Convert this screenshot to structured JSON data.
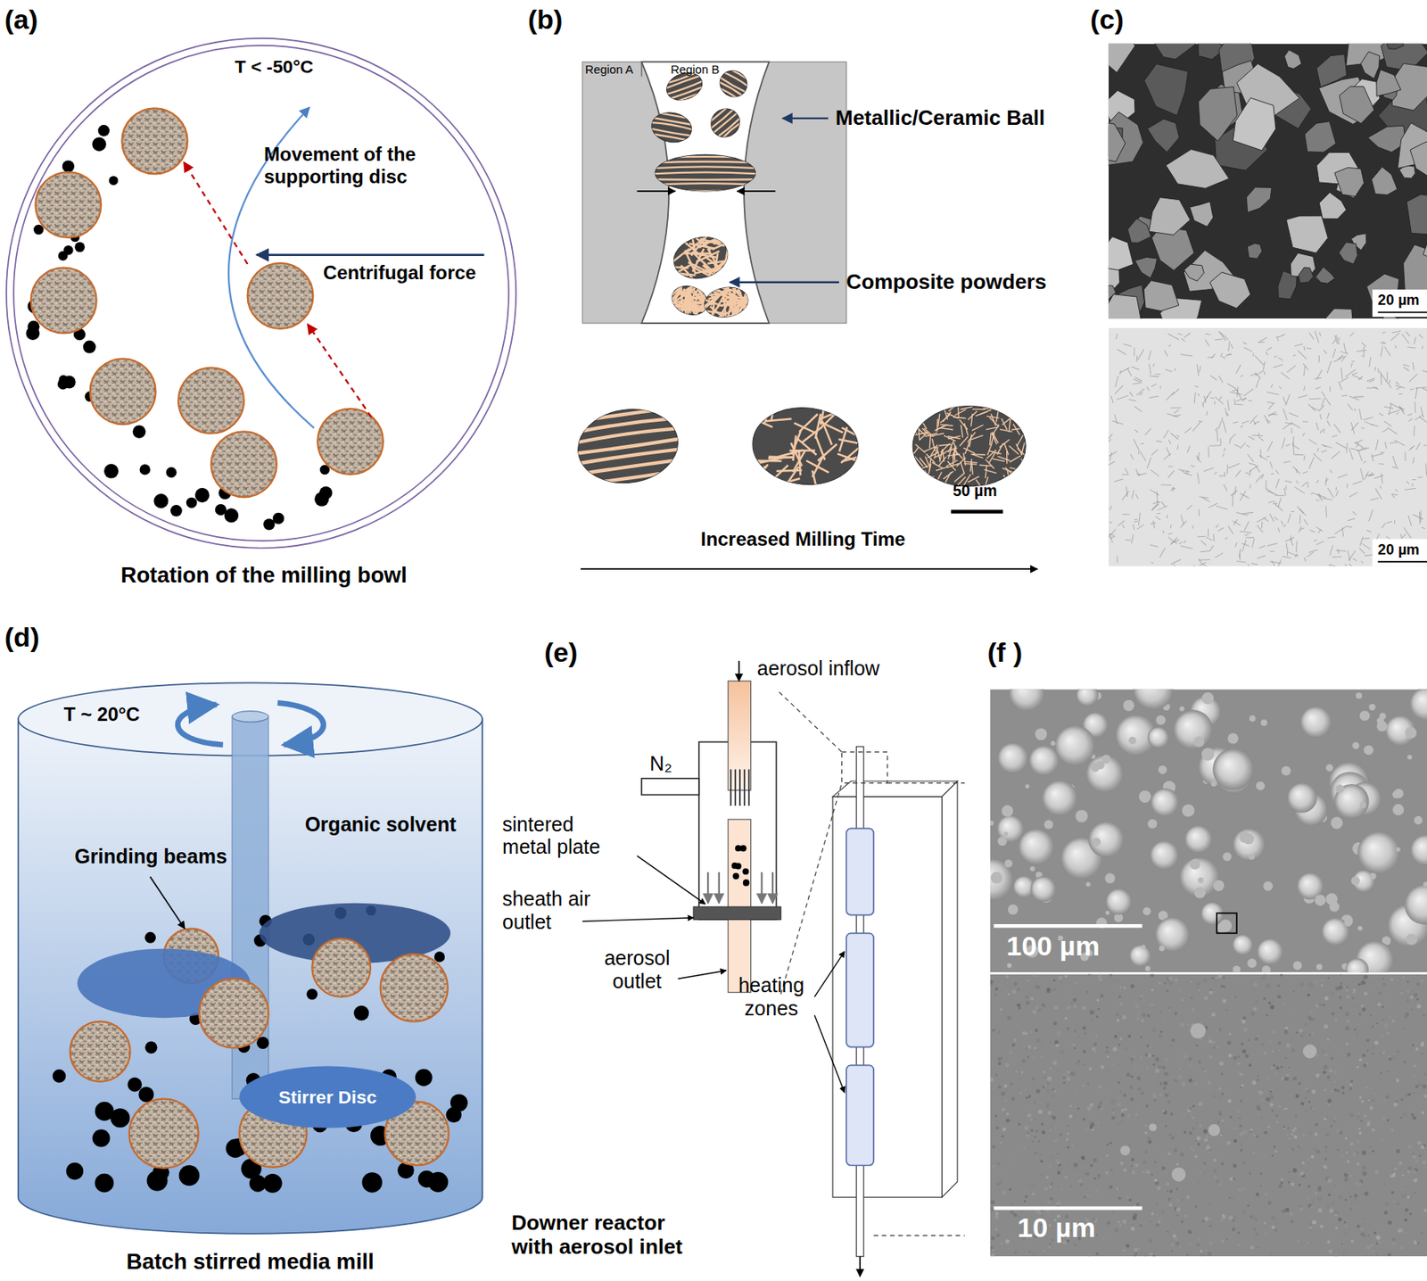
{
  "diagram": {
    "nodes": [
      {
        "text": [
          "Stirrer Disc"
        ]
      }
    ],
    "labels": [
      "(a)",
      "T < -50°C",
      "Movement of the supporting disc",
      "Centrifugal force",
      "Rotation of the milling bowl",
      "(b)",
      "Region A",
      "Region B",
      "Metallic/Ceramic Ball",
      "Composite powders",
      "50 µm",
      "Increased Milling Time",
      "(c)",
      "20 µm",
      "20 µm",
      "(d)",
      "T ~ 20°C",
      "Organic solvent",
      "Grinding beams",
      "Batch stirred media mill",
      "(e)",
      "aerosol inflow",
      "N₂",
      "sintered metal plate",
      "sheath air outlet",
      "aerosol outlet",
      "heating zones",
      "Downer reactor with aerosol inlet",
      "(f )",
      "100 µm",
      "10 µm"
    ]
  }
}
